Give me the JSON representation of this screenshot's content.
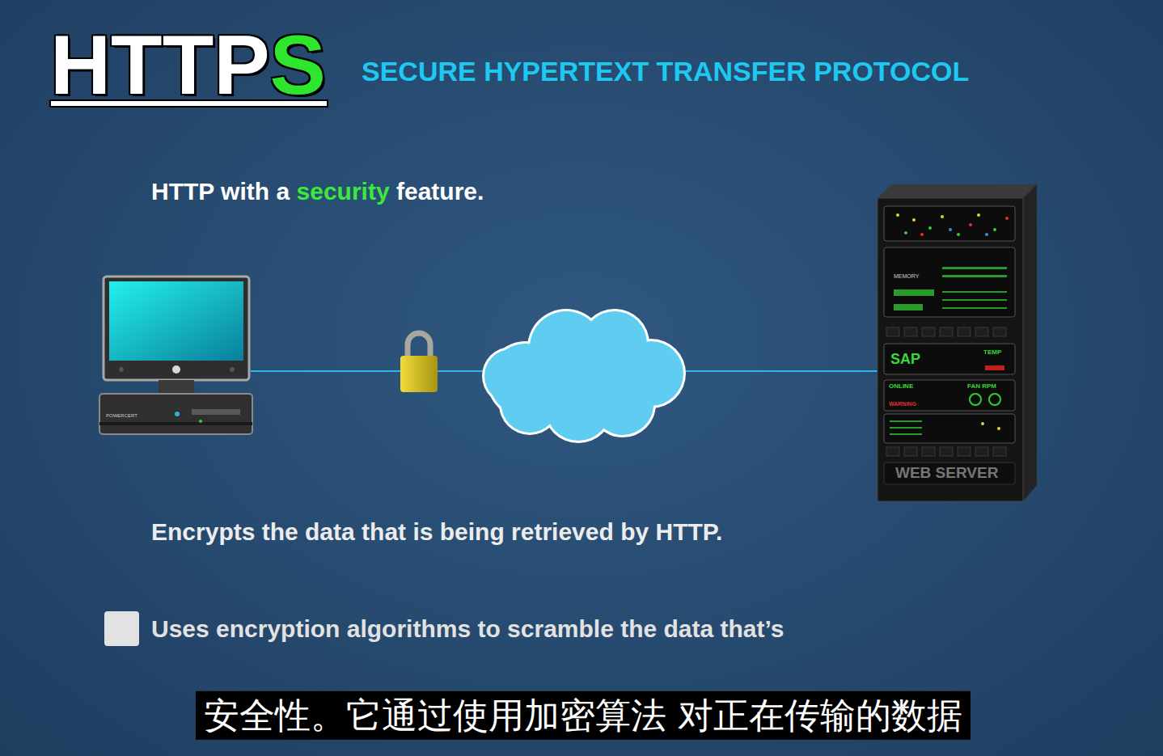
{
  "diagram": {
    "caption": "安全性。它通过使用加密算法 对正在传输的数据",
    "labels": [
      "HTTP",
      "S",
      "SECURE HYPERTEXT TRANSFER PROTOCOL",
      "HTTP with a",
      "security",
      "feature.",
      "Encrypts the data that is being retrieved by HTTP.",
      "Uses encryption algorithms to scramble the data that’s",
      "SAP",
      "MEMORY",
      "TEMP",
      "ONLINE",
      "FAN RPM",
      "WARNING",
      "WEB SERVER",
      "POWERCERT"
    ]
  }
}
